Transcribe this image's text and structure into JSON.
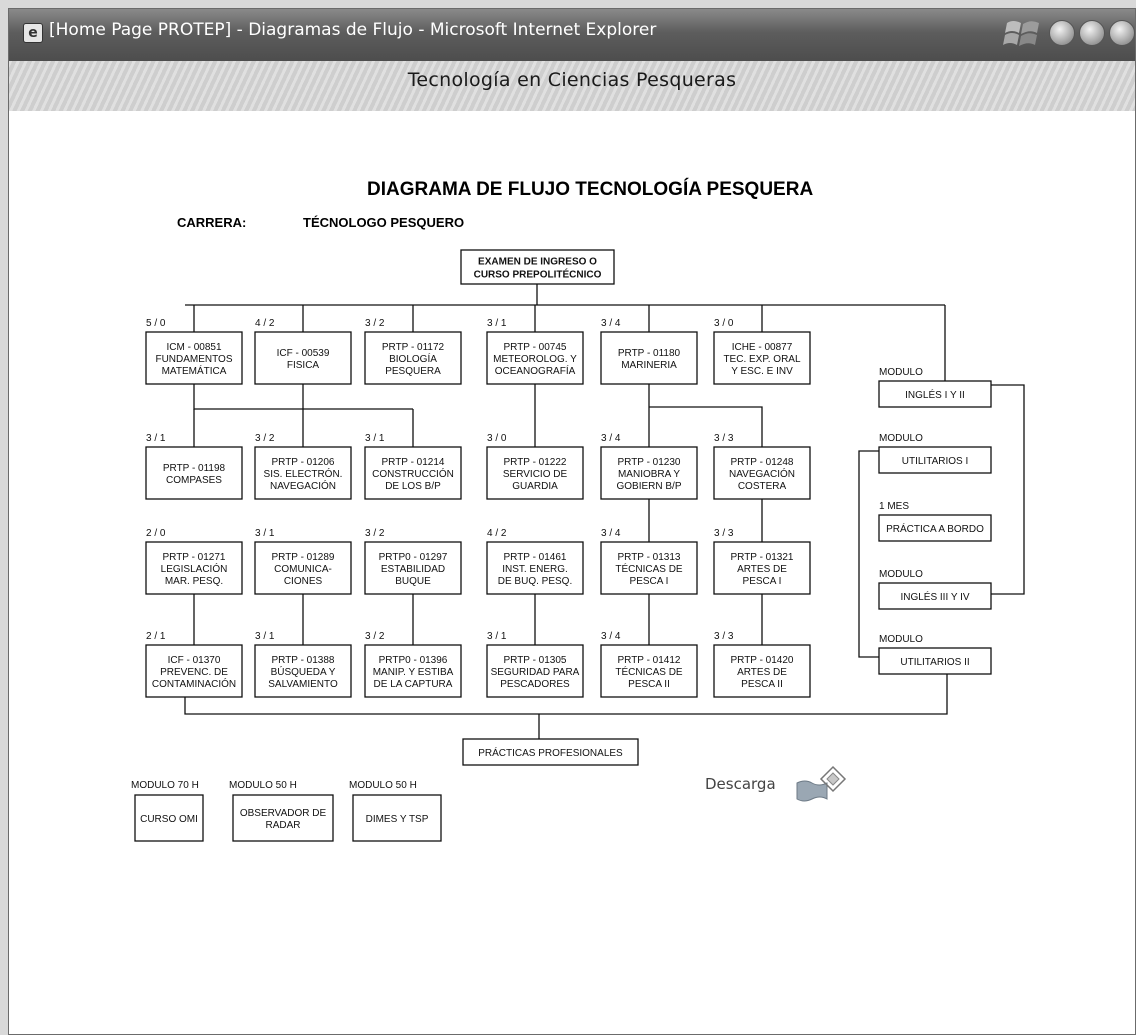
{
  "window": {
    "title": "[Home Page PROTEP] - Diagramas de Flujo - Microsoft Internet Explorer",
    "app_icon": "ie-page-icon",
    "controls": [
      "minimize-button",
      "maximize-button",
      "close-button"
    ]
  },
  "banner": {
    "title": "Tecnología en Ciencias Pesqueras"
  },
  "diagram": {
    "title": "DIAGRAMA DE FLUJO TECNOLOGÍA PESQUERA",
    "carrera_label": "CARRERA:",
    "carrera_value": "TÉCNOLOGO PESQUERO",
    "entry": [
      "EXAMEN DE INGRESO O",
      "CURSO PREPOLITÉCNICO"
    ],
    "rows": [
      [
        {
          "credit": "5 / 0",
          "lines": [
            "ICM - 00851",
            "FUNDAMENTOS",
            "MATEMÁTICA"
          ]
        },
        {
          "credit": "4 / 2",
          "lines": [
            "ICF - 00539",
            "FISICA"
          ]
        },
        {
          "credit": "3 / 2",
          "lines": [
            "PRTP - 01172",
            "BIOLOGÍA",
            "PESQUERA"
          ]
        },
        {
          "credit": "3 / 1",
          "lines": [
            "PRTP - 00745",
            "METEOROLOG. Y",
            "OCEANOGRAFÍA"
          ]
        },
        {
          "credit": "3 / 4",
          "lines": [
            "PRTP - 01180",
            "MARINERIA"
          ]
        },
        {
          "credit": "3 / 0",
          "lines": [
            "ICHE - 00877",
            "TEC. EXP. ORAL",
            "Y ESC. E INV"
          ]
        }
      ],
      [
        {
          "credit": "3 / 1",
          "lines": [
            "PRTP - 01198",
            "COMPASES"
          ]
        },
        {
          "credit": "3 / 2",
          "lines": [
            "PRTP - 01206",
            "SIS. ELECTRÓN.",
            "NAVEGACIÓN"
          ]
        },
        {
          "credit": "3 / 1",
          "lines": [
            "PRTP - 01214",
            "CONSTRUCCIÓN",
            "DE LOS B/P"
          ]
        },
        {
          "credit": "3 / 0",
          "lines": [
            "PRTP - 01222",
            "SERVICIO DE",
            "GUARDIA"
          ]
        },
        {
          "credit": "3 / 4",
          "lines": [
            "PRTP - 01230",
            "MANIOBRA Y",
            "GOBIERN B/P"
          ]
        },
        {
          "credit": "3 / 3",
          "lines": [
            "PRTP - 01248",
            "NAVEGACIÓN",
            "COSTERA"
          ]
        }
      ],
      [
        {
          "credit": "2 / 0",
          "lines": [
            "PRTP - 01271",
            "LEGISLACIÓN",
            "MAR. PESQ."
          ]
        },
        {
          "credit": "3 / 1",
          "lines": [
            "PRTP - 01289",
            "COMUNICA-",
            "CIONES"
          ]
        },
        {
          "credit": "3 / 2",
          "lines": [
            "PRTP0 - 01297",
            "ESTABILIDAD",
            "BUQUE"
          ]
        },
        {
          "credit": "4 / 2",
          "lines": [
            "PRTP - 01461",
            "INST. ENERG.",
            "DE BUQ. PESQ."
          ]
        },
        {
          "credit": "3 / 4",
          "lines": [
            "PRTP - 01313",
            "TÉCNICAS DE",
            "PESCA I"
          ]
        },
        {
          "credit": "3 / 3",
          "lines": [
            "PRTP - 01321",
            "ARTES DE",
            "PESCA I"
          ]
        }
      ],
      [
        {
          "credit": "2 / 1",
          "lines": [
            "ICF - 01370",
            "PREVENC. DE",
            "CONTAMINACIÓN"
          ]
        },
        {
          "credit": "3 / 1",
          "lines": [
            "PRTP - 01388",
            "BÚSQUEDA Y",
            "SALVAMIENTO"
          ]
        },
        {
          "credit": "3 / 2",
          "lines": [
            "PRTP0 - 01396",
            "MANIP. Y ESTIBA",
            "DE LA CAPTURA"
          ]
        },
        {
          "credit": "3 / 1",
          "lines": [
            "PRTP - 01305",
            "SEGURIDAD PARA",
            "PESCADORES"
          ]
        },
        {
          "credit": "3 / 4",
          "lines": [
            "PRTP - 01412",
            "TÉCNICAS DE",
            "PESCA II"
          ]
        },
        {
          "credit": "3 / 3",
          "lines": [
            "PRTP - 01420",
            "ARTES DE",
            "PESCA II"
          ]
        }
      ]
    ],
    "side": [
      {
        "label": "MODULO",
        "box": "INGLÉS I Y II"
      },
      {
        "label": "MODULO",
        "box": "UTILITARIOS I"
      },
      {
        "label": "1 MES",
        "box": "PRÁCTICA A BORDO"
      },
      {
        "label": "MODULO",
        "box": "INGLÉS III Y IV"
      },
      {
        "label": "MODULO",
        "box": "UTILITARIOS II"
      }
    ],
    "final": "PRÁCTICAS PROFESIONALES",
    "extras": [
      {
        "label": "MODULO 70 H",
        "lines": [
          "CURSO OMI"
        ]
      },
      {
        "label": "MODULO 50 H",
        "lines": [
          "OBSERVADOR DE",
          "RADAR"
        ]
      },
      {
        "label": "MODULO 50 H",
        "lines": [
          "DIMES Y TSP"
        ]
      }
    ]
  },
  "download": {
    "label": "Descarga",
    "icon": "download-diskette-icon"
  }
}
